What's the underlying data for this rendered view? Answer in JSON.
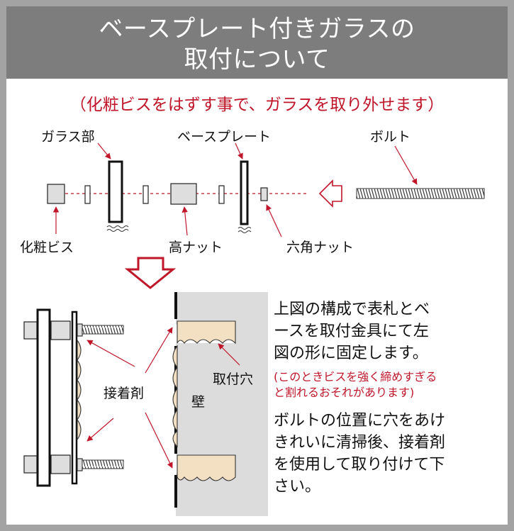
{
  "header": {
    "title_line1": "ベースプレート付きガラスの",
    "title_line2": "取付について"
  },
  "subtitle": "（化粧ビスをはずす事で、ガラスを取り外せます）",
  "top_diagram": {
    "labels": {
      "glass_part": "ガラス部",
      "base_plate": "ベースプレート",
      "bolt": "ボルト",
      "cosmetic_screw": "化粧ビス",
      "high_nut": "高ナット",
      "hex_nut": "六角ナット"
    }
  },
  "bottom_diagram": {
    "labels": {
      "adhesive": "接着剤",
      "mounting_hole": "取付穴",
      "wall": "壁"
    }
  },
  "instructions": {
    "para1": [
      "上図の構成で表札とベ",
      "ースを取付金具にて左",
      "図の形に固定します。"
    ],
    "note": [
      "(このときビスを強く締めすぎる",
      "と割れるおそれがあります)"
    ],
    "para2": [
      "ボルトの位置に穴をあけ",
      "きれいに清掃後、接着剤",
      "を使用して取り付けて下",
      "さい。"
    ]
  },
  "colors": {
    "header_bg": "#7d7d7d",
    "frame": "#a3a3a3",
    "accent_red": "#c0162a",
    "wall_fill": "#dcdcdc",
    "adhesive_fill": "#f3dfc2"
  }
}
